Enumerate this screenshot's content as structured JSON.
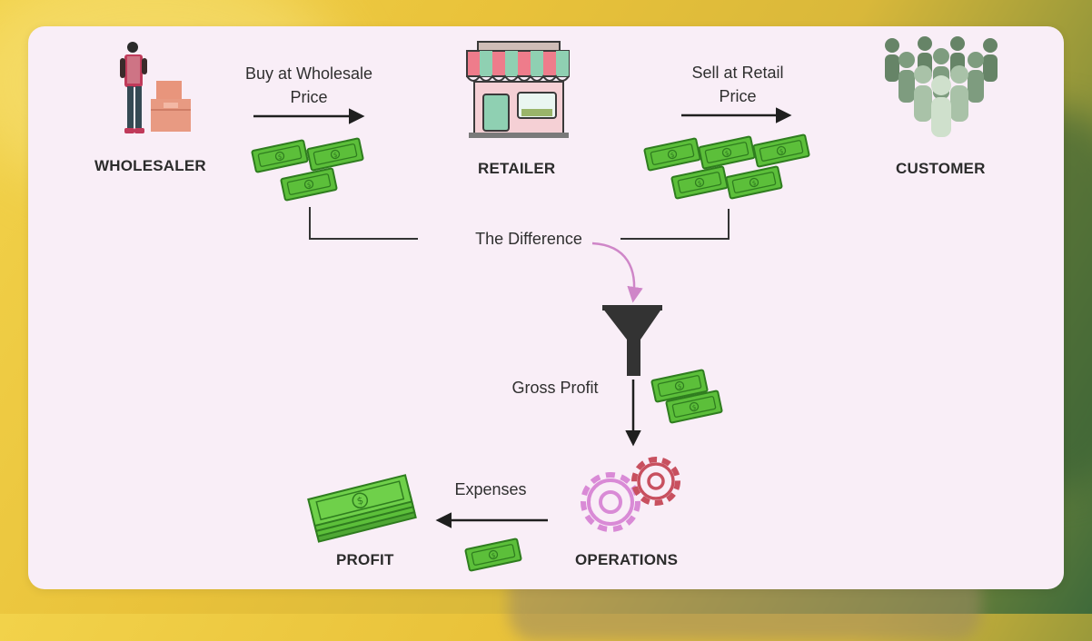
{
  "diagram": {
    "nodes": {
      "wholesaler": "WHOLESALER",
      "retailer": "RETAILER",
      "customer": "CUSTOMER",
      "operations": "OPERATIONS",
      "profit": "PROFIT"
    },
    "edges": {
      "buy_line1": "Buy at Wholesale",
      "buy_line2": "Price",
      "sell_line1": "Sell at Retail",
      "sell_line2": "Price",
      "difference": "The Difference",
      "gross_profit": "Gross Profit",
      "expenses": "Expenses"
    }
  },
  "colors": {
    "card_bg": "#f9eef7",
    "money_green": "#5cbf3a",
    "money_dark": "#2f7d1f",
    "arrow": "#1f1f1f",
    "pink_arrow": "#cf86c8",
    "gear_pink": "#d98ad6",
    "gear_red": "#c8505f",
    "customer_green": "#6e8f6f",
    "funnel": "#333333"
  },
  "icons": [
    "person-with-boxes-icon",
    "storefront-icon",
    "crowd-icon",
    "funnel-icon",
    "gears-icon",
    "cash-bill-icon",
    "cash-stack-icon"
  ]
}
